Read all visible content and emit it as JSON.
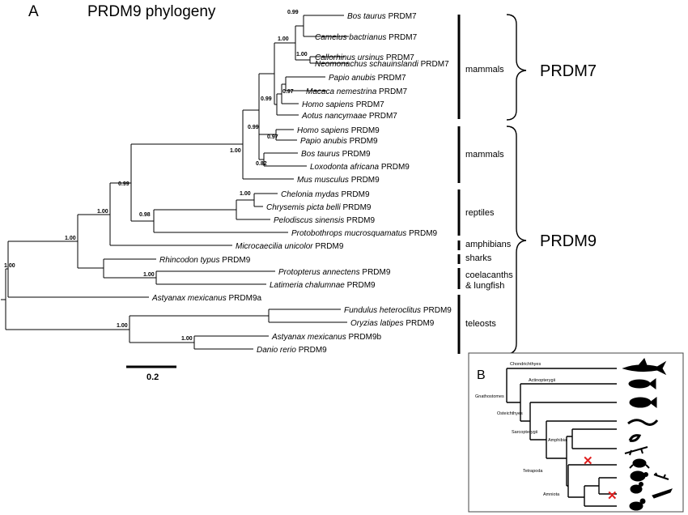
{
  "panel_a": {
    "letter": "A",
    "title": "PRDM9 phylogeny",
    "scale_bar_label": "0.2",
    "leaves": [
      {
        "species": "Bos taurus",
        "gene": "PRDM7"
      },
      {
        "species": "Camelus bactrianus",
        "gene": "PRDM7"
      },
      {
        "species": "Callorhinus ursinus",
        "gene": "PRDM7"
      },
      {
        "species": "Neomonachus schauinslandi",
        "gene": "PRDM7"
      },
      {
        "species": "Papio anubis",
        "gene": "PRDM7"
      },
      {
        "species": "Macaca nemestrina",
        "gene": "PRDM7"
      },
      {
        "species": "Homo sapiens",
        "gene": "PRDM7"
      },
      {
        "species": "Aotus nancymaae",
        "gene": "PRDM7"
      },
      {
        "species": "Homo sapiens",
        "gene": "PRDM9"
      },
      {
        "species": "Papio anubis",
        "gene": "PRDM9"
      },
      {
        "species": "Bos taurus",
        "gene": "PRDM9"
      },
      {
        "species": "Loxodonta africana",
        "gene": "PRDM9"
      },
      {
        "species": "Mus musculus",
        "gene": "PRDM9"
      },
      {
        "species": "Chelonia mydas",
        "gene": "PRDM9"
      },
      {
        "species": "Chrysemis picta belli",
        "gene": "PRDM9"
      },
      {
        "species": "Pelodiscus sinensis",
        "gene": "PRDM9"
      },
      {
        "species": "Protobothrops mucrosquamatus",
        "gene": "PRDM9"
      },
      {
        "species": "Microcaecilia unicolor",
        "gene": "PRDM9"
      },
      {
        "species": "Rhincodon typus",
        "gene": "PRDM9"
      },
      {
        "species": "Protopterus annectens",
        "gene": "PRDM9"
      },
      {
        "species": "Latimeria chalumnae",
        "gene": "PRDM9"
      },
      {
        "species": "Astyanax mexicanus",
        "gene": "PRDM9a"
      },
      {
        "species": "Fundulus heteroclitus",
        "gene": "PRDM9"
      },
      {
        "species": "Oryzias latipes",
        "gene": "PRDM9"
      },
      {
        "species": "Astyanax mexicanus",
        "gene": "PRDM9b"
      },
      {
        "species": "Danio rerio",
        "gene": "PRDM9"
      }
    ],
    "support_values": [
      "0.99",
      "1.00",
      "1.00",
      "0.97",
      "0.99",
      "0.97",
      "0.99",
      "0.82",
      "1.00",
      "0.99",
      "1.00",
      "1.00",
      "0.98",
      "1.00",
      "1.00",
      "1.00",
      "1.00",
      "1.00"
    ],
    "groups": [
      "mammals",
      "mammals",
      "reptiles",
      "amphibians",
      "sharks",
      "coelacanths",
      "& lungfish",
      "teleosts"
    ],
    "genes": [
      "PRDM7",
      "PRDM9"
    ]
  },
  "panel_b": {
    "letter": "B",
    "clades": [
      "Chondrichthyes",
      "Actinopterygii",
      "Gnathostomes",
      "Osteichthyes",
      "Sarcopterygii",
      "Amphibia",
      "Tetrapoda",
      "Amniota"
    ],
    "loss_marker": "✕",
    "loss_color": "#e02020",
    "silhouette_icons": [
      "shark-icon",
      "fish-icon",
      "coelacanth-icon",
      "caecilian-icon",
      "salamander-icon",
      "frog-icon",
      "turtle-icon",
      "lizard-icon",
      "bird-icon",
      "crocodile-icon",
      "mammal-icon"
    ]
  }
}
